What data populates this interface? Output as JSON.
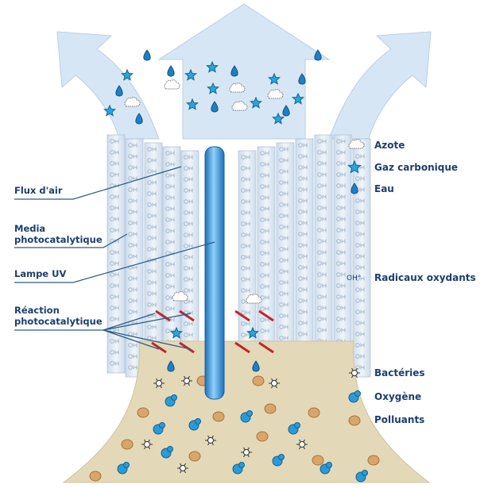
{
  "labels": {
    "air_flow": "Flux d'air",
    "media_1": "Media",
    "media_2": "photocatalytique",
    "uv_lamp": "Lampe UV",
    "reaction_1": "Réaction",
    "reaction_2": "photocatalytique"
  },
  "legend": {
    "nitrogen": "Azote",
    "co2": "Gaz carbonique",
    "water": "Eau",
    "radicals_symbol": "OH°",
    "radicals": "Radicaux oxydants",
    "bacteria": "Bactéries",
    "oxygen": "Oxygène",
    "pollutants": "Polluants"
  },
  "colors": {
    "text": "#1d3f6e",
    "arrow": "#d6e6f4",
    "lamp": "#2a8fd6",
    "funnel": "#e3d9b8",
    "pollutant": "#d9a56a",
    "oxygen": "#2b9bd8",
    "reaction_mark": "#c0262d"
  }
}
